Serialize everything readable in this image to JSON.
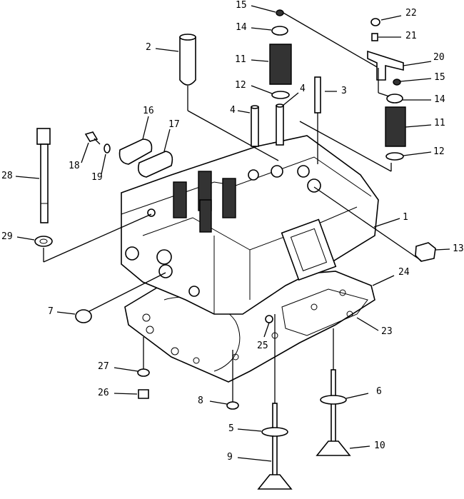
{
  "labels": {
    "n1": "1",
    "n2": "2",
    "n3": "3",
    "n4a": "4",
    "n4b": "4",
    "n5": "5",
    "n6": "6",
    "n7": "7",
    "n8": "8",
    "n9": "9",
    "n10": "10",
    "n11a": "11",
    "n11b": "11",
    "n12a": "12",
    "n12b": "12",
    "n13": "13",
    "n14a": "14",
    "n14b": "14",
    "n15a": "15",
    "n15b": "15",
    "n16": "16",
    "n17": "17",
    "n18": "18",
    "n19": "19",
    "n20": "20",
    "n21": "21",
    "n22": "22",
    "n23": "23",
    "n24": "24",
    "n25": "25",
    "n26": "26",
    "n27": "27",
    "n28": "28",
    "n29": "29"
  }
}
